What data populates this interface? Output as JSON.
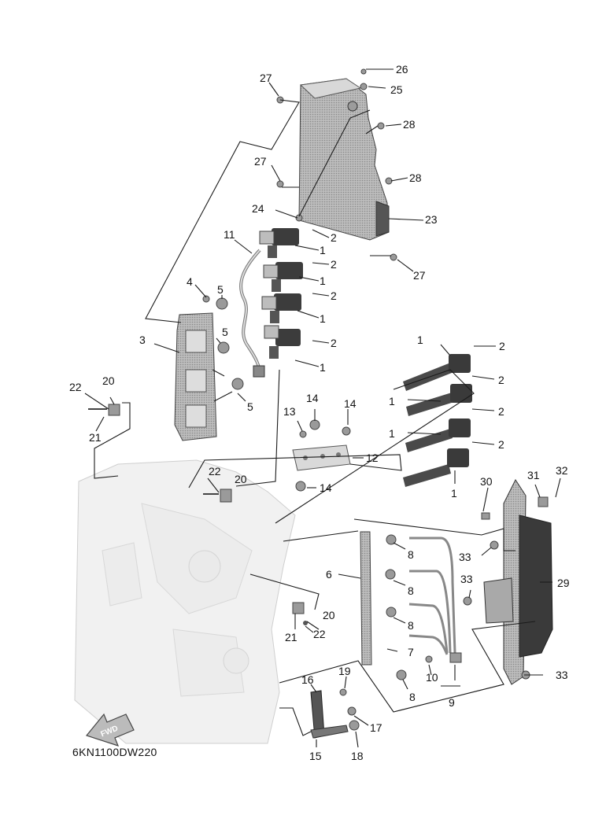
{
  "diagram_code": "6KN1100DW220",
  "fwd_label": "FWD",
  "labels": {
    "n27a": "27",
    "n26": "26",
    "n25": "25",
    "n28a": "28",
    "n27b": "27",
    "n28b": "28",
    "n24": "24",
    "n23": "23",
    "n27c": "27",
    "n11": "11",
    "n2a": "2",
    "n1a": "1",
    "n2b": "2",
    "n1b": "1",
    "n2c": "2",
    "n1c": "1",
    "n2d": "2",
    "n1d": "1",
    "n4": "4",
    "n5a": "5",
    "n3": "3",
    "n5b": "5",
    "n5c": "5",
    "n1e": "1",
    "n2e": "2",
    "n2f": "2",
    "n1f": "1",
    "n2g": "2",
    "n1g": "1",
    "n2h": "2",
    "n1h": "1",
    "n22a": "22",
    "n20a": "20",
    "n21a": "21",
    "n14a": "14",
    "n14b": "14",
    "n13": "13",
    "n12": "12",
    "n14c": "14",
    "n22b": "22",
    "n20b": "20",
    "n30": "30",
    "n31": "31",
    "n32": "32",
    "n33a": "33",
    "n33b": "33",
    "n29": "29",
    "n33c": "33",
    "n6": "6",
    "n8a": "8",
    "n8b": "8",
    "n8c": "8",
    "n7": "7",
    "n10": "10",
    "n8d": "8",
    "n9": "9",
    "n20c": "20",
    "n21b": "21",
    "n22c": "22",
    "n16": "16",
    "n19": "19",
    "n17": "17",
    "n15": "15",
    "n18": "18"
  }
}
